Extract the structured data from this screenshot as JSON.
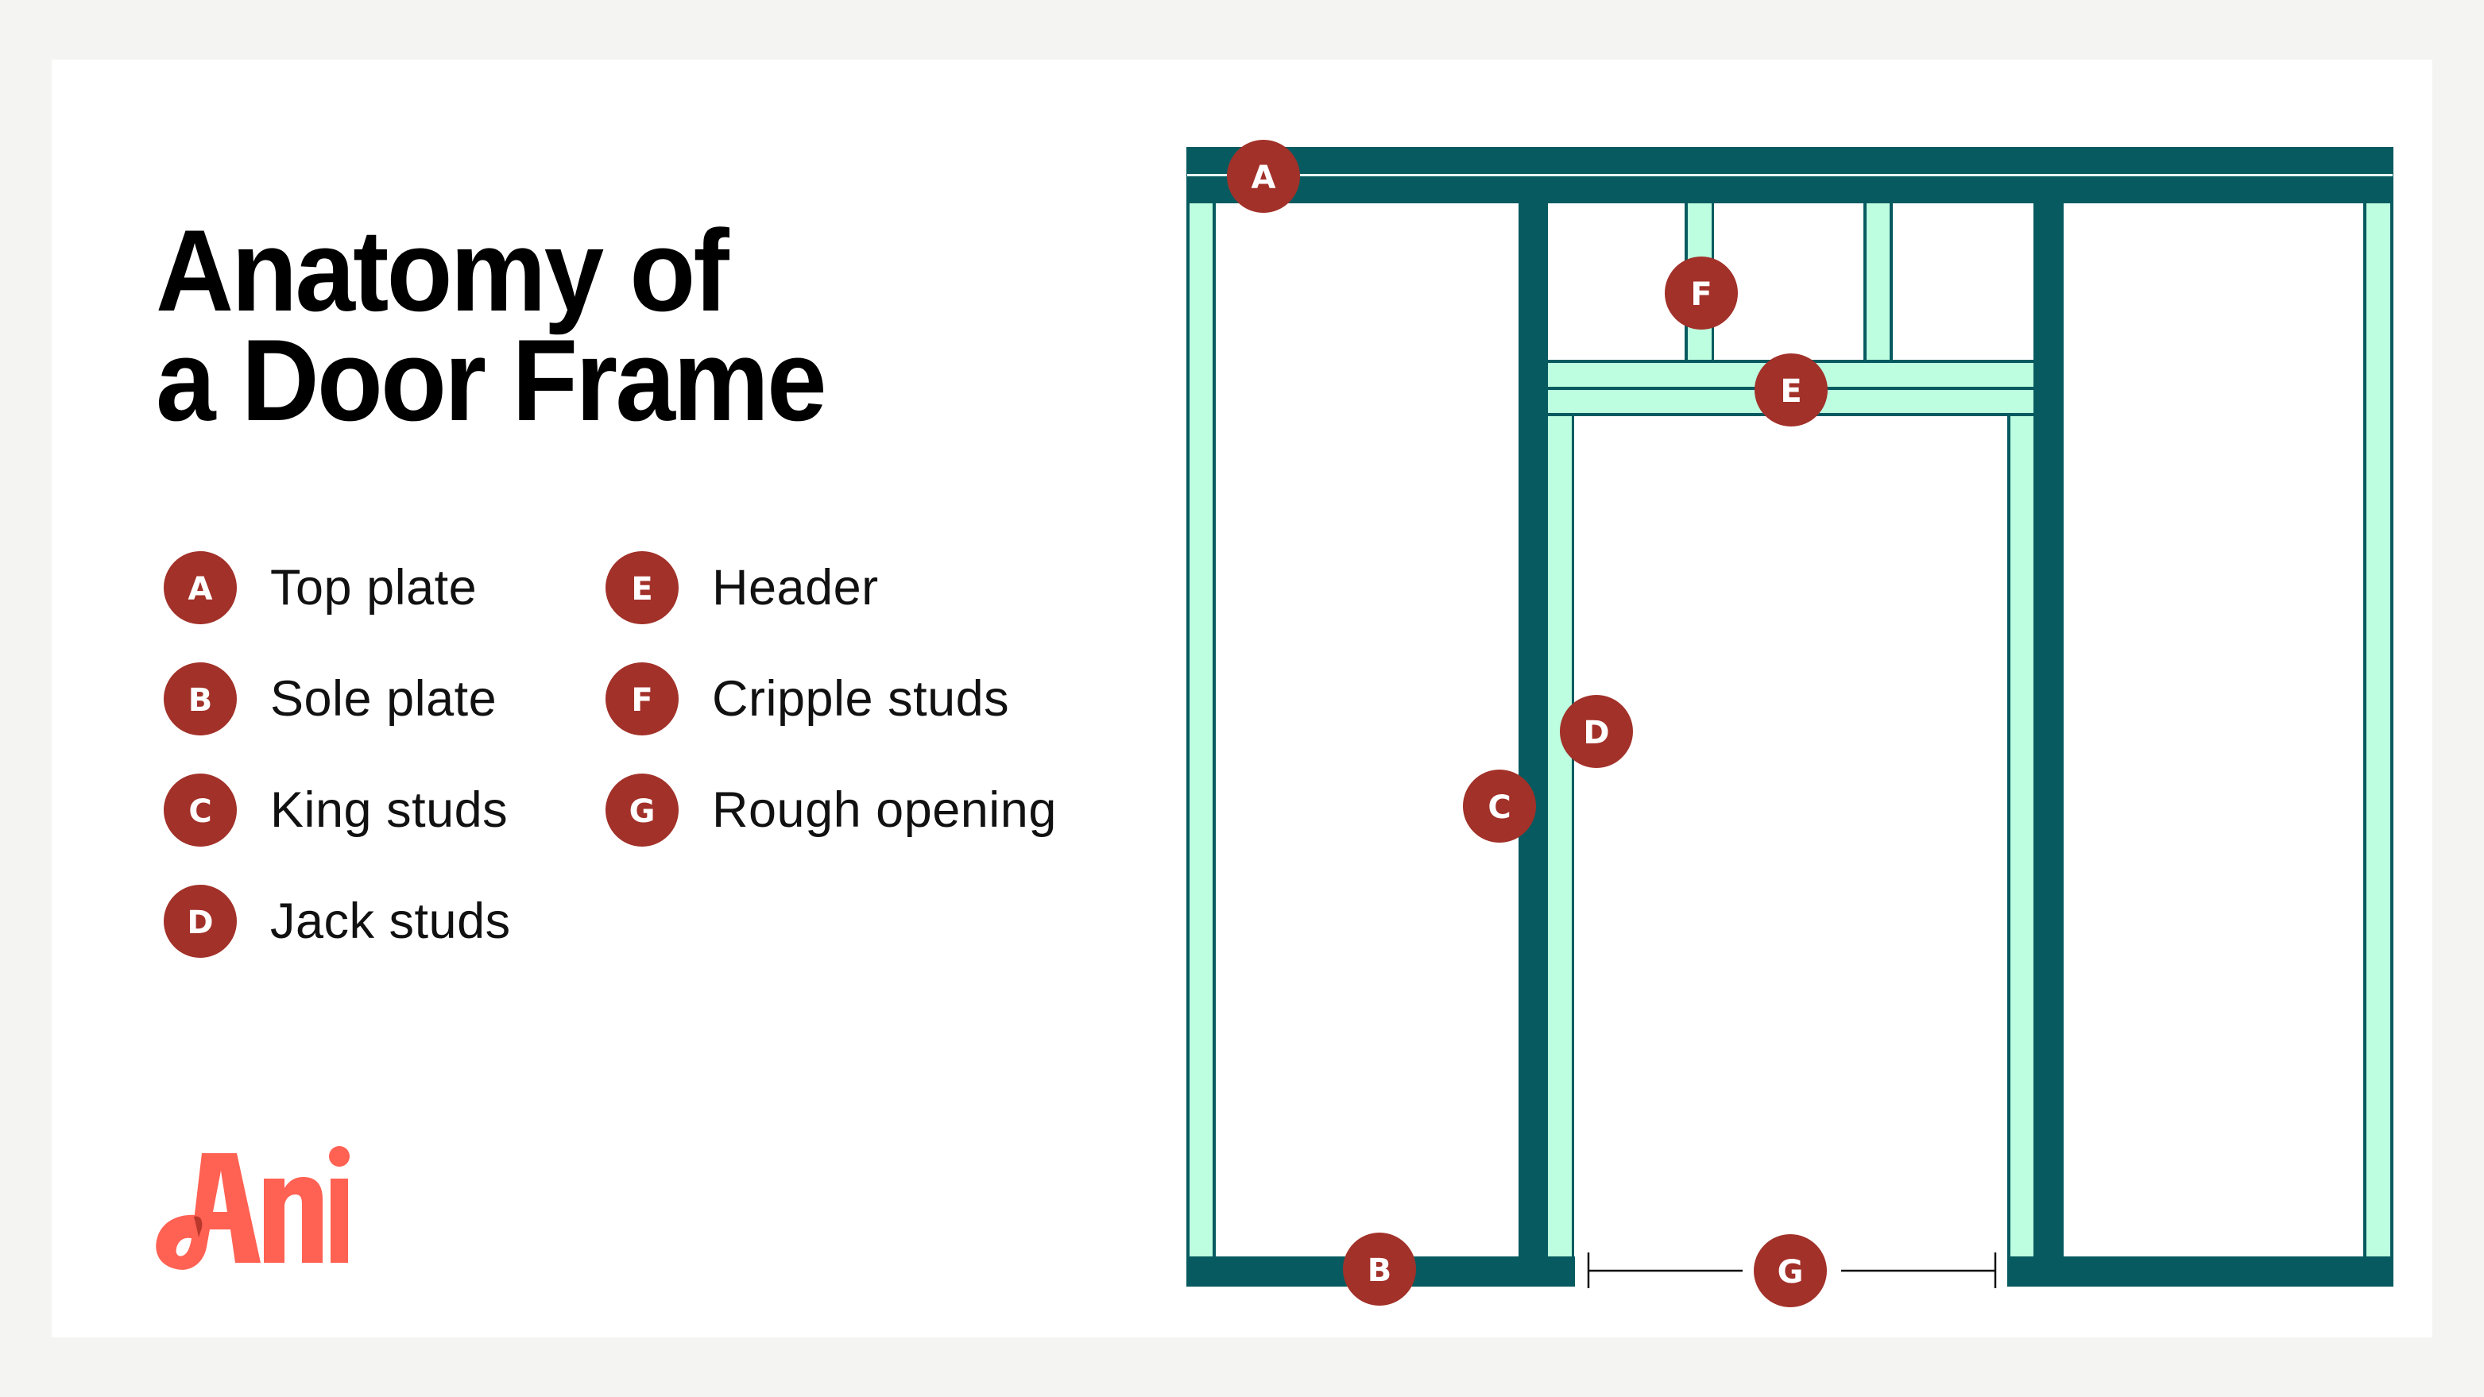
{
  "title": {
    "line1": "Anatomy of",
    "line2": "a Door Frame"
  },
  "legend": {
    "items": [
      {
        "key": "A",
        "label": "Top plate"
      },
      {
        "key": "B",
        "label": "Sole plate"
      },
      {
        "key": "C",
        "label": "King studs"
      },
      {
        "key": "D",
        "label": "Jack studs"
      },
      {
        "key": "E",
        "label": "Header"
      },
      {
        "key": "F",
        "label": "Cripple studs"
      },
      {
        "key": "G",
        "label": "Rough opening"
      }
    ]
  },
  "diagram": {
    "markers": {
      "A": "A",
      "B": "B",
      "C": "C",
      "D": "D",
      "E": "E",
      "F": "F",
      "G": "G"
    }
  },
  "brand": {
    "logo_text": "Angi",
    "logo_icon": "angi-logo"
  },
  "colors": {
    "background": "#f4f4f2",
    "card": "#ffffff",
    "framing_dark": "#075b60",
    "framing_light": "#bdfde0",
    "marker": "#a23129",
    "brand": "#ff6153",
    "text": "#000000"
  }
}
